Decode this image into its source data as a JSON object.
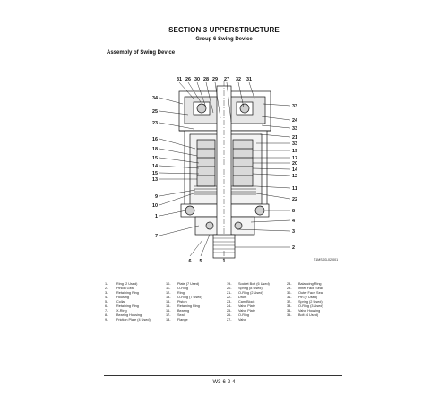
{
  "header": {
    "section_title": "SECTION 3 UPPERSTRUCTURE",
    "group_title": "Group 6 Swing Device"
  },
  "assembly_title": "Assembly of Swing Device",
  "diagram": {
    "callouts_top": [
      "31",
      "26",
      "30",
      "28",
      "29",
      "27",
      "32",
      "31"
    ],
    "callouts_left": [
      "34",
      "25",
      "23",
      "16",
      "18",
      "15",
      "14",
      "15",
      "13",
      "9",
      "10",
      "1",
      "7"
    ],
    "callouts_right": [
      "33",
      "24",
      "33",
      "21",
      "33",
      "19",
      "17",
      "20",
      "14",
      "12",
      "11",
      "22",
      "8",
      "4",
      "3",
      "2"
    ],
    "callouts_bottom": [
      "6",
      "5",
      "1"
    ],
    "drawing_code": "T1MS-03-02-001"
  },
  "legend": [
    [
      {
        "num": "1-",
        "text": "Ring (2 Used)"
      },
      {
        "num": "2-",
        "text": "Pinion Gear"
      },
      {
        "num": "3-",
        "text": "Retaining Ring"
      },
      {
        "num": "4-",
        "text": "Housing"
      },
      {
        "num": "5-",
        "text": "Collar"
      },
      {
        "num": "6-",
        "text": "Retaining Ring"
      },
      {
        "num": "7-",
        "text": "X-Ring"
      },
      {
        "num": "8-",
        "text": "Bearing Housing"
      },
      {
        "num": "9-",
        "text": "Friction Plate (4 Used)"
      }
    ],
    [
      {
        "num": "10-",
        "text": "Plate (7 Used)"
      },
      {
        "num": "11-",
        "text": "O-Ring"
      },
      {
        "num": "12-",
        "text": "Ring"
      },
      {
        "num": "13-",
        "text": "O-Ring (7 Used)"
      },
      {
        "num": "14-",
        "text": "Piston"
      },
      {
        "num": "15-",
        "text": "Retaining Ring"
      },
      {
        "num": "16-",
        "text": "Bearing"
      },
      {
        "num": "17-",
        "text": "Seal"
      },
      {
        "num": "18-",
        "text": "Flange"
      }
    ],
    [
      {
        "num": "19-",
        "text": "Socket Bolt (6 Used)"
      },
      {
        "num": "20-",
        "text": "Spring (8 Used)"
      },
      {
        "num": "21-",
        "text": "O-Ring (2 Used)"
      },
      {
        "num": "22-",
        "text": "Drum"
      },
      {
        "num": "23-",
        "text": "Cam Block"
      },
      {
        "num": "24-",
        "text": "Valve Plate"
      },
      {
        "num": "25-",
        "text": "Valve Plate"
      },
      {
        "num": "26-",
        "text": "O-Ring"
      },
      {
        "num": "27-",
        "text": "Valve"
      }
    ],
    [
      {
        "num": "28-",
        "text": "Balancing Ring"
      },
      {
        "num": "29-",
        "text": "Inner Face Seal"
      },
      {
        "num": "30-",
        "text": "Outer Face Seal"
      },
      {
        "num": "31-",
        "text": "Pin (2 Used)"
      },
      {
        "num": "32-",
        "text": "Spring (2 Used)"
      },
      {
        "num": "33-",
        "text": "O-Ring (3 Used)"
      },
      {
        "num": "34-",
        "text": "Valve Housing"
      },
      {
        "num": "35-",
        "text": "Bolt (4 Used)"
      }
    ]
  ],
  "footer": {
    "page_number": "W3-6-2-4"
  }
}
